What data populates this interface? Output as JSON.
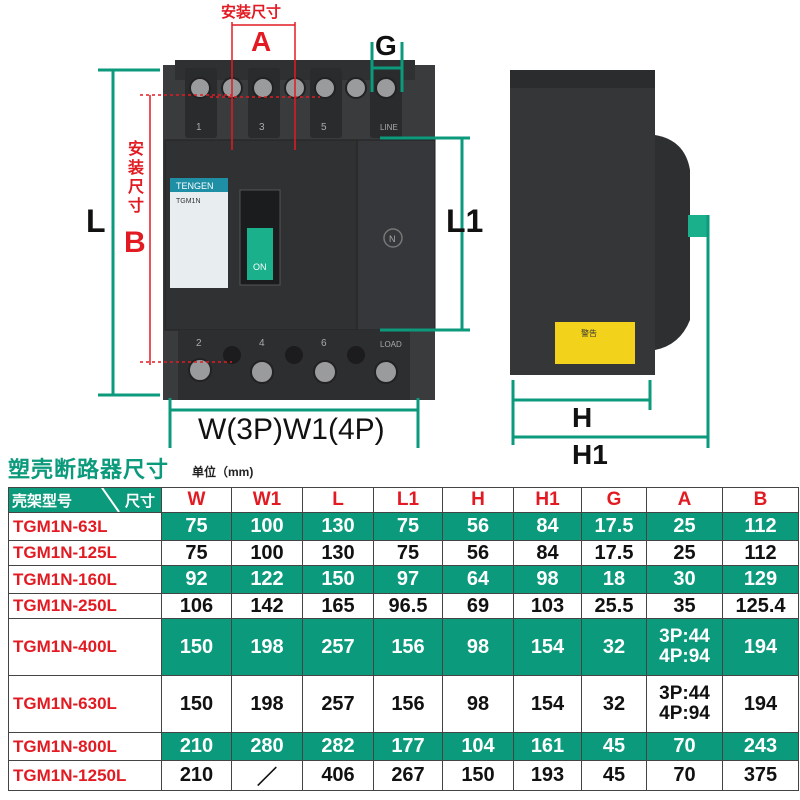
{
  "diagram": {
    "label_install_size_top": "安装尺寸",
    "label_A": "A",
    "label_G": "G",
    "label_L": "L",
    "label_install_size_side": [
      "安",
      "装",
      "尺",
      "寸"
    ],
    "label_B": "B",
    "label_L1": "L1",
    "label_W": "W(3P)W1(4P)",
    "label_H": "H",
    "label_H1": "H1",
    "breaker_brand": "TENGEN",
    "breaker_model": "TGM1N",
    "switch_on": "ON",
    "terminal_line": "LINE",
    "terminal_load": "LOAD",
    "neutral_mark": "N",
    "top_numbers": [
      "1",
      "3",
      "5"
    ],
    "bottom_numbers": [
      "2",
      "4",
      "6"
    ],
    "warning_title": "警告",
    "colors": {
      "accent_green": "#0b9a7c",
      "red": "#e21b23",
      "body_dark": "#3a3b3d",
      "dimension_line": "#0b9a7c"
    }
  },
  "table_title": "塑壳断路器尺寸",
  "unit_label": "单位（mm)",
  "table": {
    "corner_left": "壳架型号",
    "corner_right": "尺寸",
    "columns": [
      "W",
      "W1",
      "L",
      "L1",
      "H",
      "H1",
      "G",
      "A",
      "B"
    ],
    "rows": [
      {
        "model": "TGM1N-63L",
        "values": [
          "75",
          "100",
          "130",
          "75",
          "56",
          "84",
          "17.5",
          "25",
          "112"
        ]
      },
      {
        "model": "TGM1N-125L",
        "values": [
          "75",
          "100",
          "130",
          "75",
          "56",
          "84",
          "17.5",
          "25",
          "112"
        ]
      },
      {
        "model": "TGM1N-160L",
        "values": [
          "92",
          "122",
          "150",
          "97",
          "64",
          "98",
          "18",
          "30",
          "129"
        ]
      },
      {
        "model": "TGM1N-250L",
        "values": [
          "106",
          "142",
          "165",
          "96.5",
          "69",
          "103",
          "25.5",
          "35",
          "125.4"
        ]
      },
      {
        "model": "TGM1N-400L",
        "values": [
          "150",
          "198",
          "257",
          "156",
          "98",
          "154",
          "32",
          "3P:44|4P:94",
          "194"
        ]
      },
      {
        "model": "TGM1N-630L",
        "values": [
          "150",
          "198",
          "257",
          "156",
          "98",
          "154",
          "32",
          "3P:44|4P:94",
          "194"
        ]
      },
      {
        "model": "TGM1N-800L",
        "values": [
          "210",
          "280",
          "282",
          "177",
          "104",
          "161",
          "45",
          "70",
          "243"
        ]
      },
      {
        "model": "TGM1N-1250L",
        "values": [
          "210",
          "／",
          "406",
          "267",
          "150",
          "193",
          "45",
          "70",
          "375"
        ]
      }
    ]
  }
}
